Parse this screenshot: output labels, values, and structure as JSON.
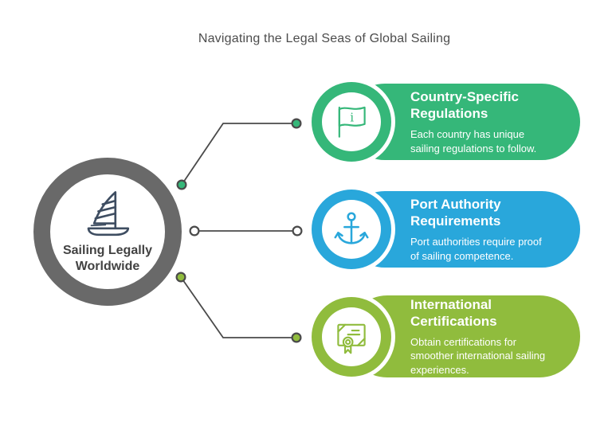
{
  "title": "Navigating the Legal Seas of Global Sailing",
  "hub": {
    "icon": "sailboat-icon",
    "icon_color": "#3e4d61",
    "ring_color": "#696969",
    "label": "Sailing Legally Worldwide",
    "label_lines": [
      "Sailing Legally",
      "Worldwide"
    ]
  },
  "items": [
    {
      "icon": "flag-info-icon",
      "color": "#35b779",
      "title": "Country-Specific Regulations",
      "title_lines": [
        "Country-Specific",
        "Regulations"
      ],
      "description": "Each country has unique sailing regulations to follow.",
      "description_lines": [
        "Each country has unique",
        "sailing regulations to follow."
      ]
    },
    {
      "icon": "anchor-icon",
      "color": "#29a7db",
      "title": "Port Authority Requirements",
      "title_lines": [
        "Port Authority",
        "Requirements"
      ],
      "description": "Port authorities require proof of sailing competence.",
      "description_lines": [
        "Port authorities require proof",
        "of sailing competence."
      ]
    },
    {
      "icon": "certificate-icon",
      "color": "#90bc3d",
      "title": "International Certifications",
      "title_lines": [
        "International",
        "Certifications"
      ],
      "description": "Obtain certifications for smoother international sailing experiences.",
      "description_lines": [
        "Obtain certifications for",
        "smoother international sailing",
        "experiences."
      ]
    }
  ],
  "connectors": {
    "line_color": "#4a4a4a",
    "dot_colors": [
      "#35b779",
      "#ffffff",
      "#90bc3d"
    ]
  }
}
